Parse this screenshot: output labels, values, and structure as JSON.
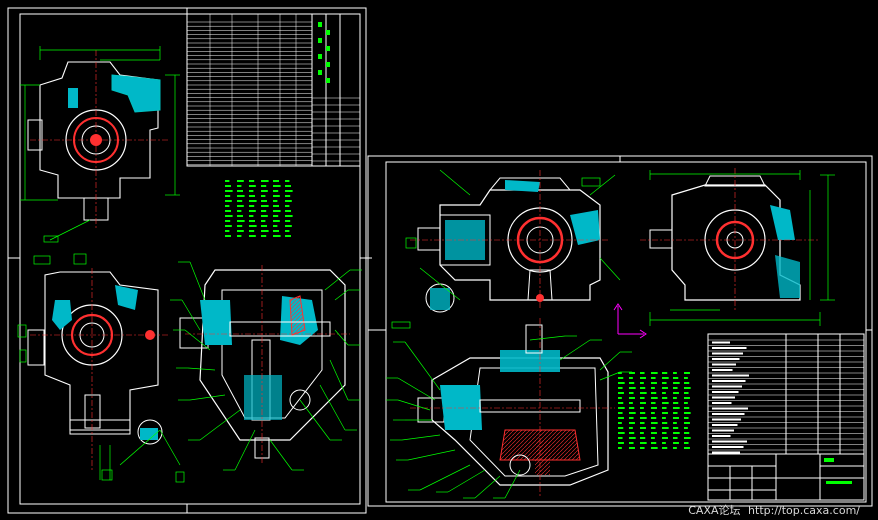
{
  "colors": {
    "background": "#000000",
    "frame": "#ffffff",
    "outline": "#ffffff",
    "dimension": "#00ff00",
    "section": "#00c0c0",
    "centerline": "#ff3030",
    "hatch": "#ff3030",
    "origin_axis": "#ff00ff"
  },
  "sheets": [
    {
      "name": "sheet-left",
      "views": [
        "top-left-view",
        "mid-left-view",
        "section-view-left"
      ]
    },
    {
      "name": "sheet-right",
      "views": [
        "front-view-right",
        "side-view-right",
        "section-view-right"
      ]
    }
  ],
  "watermark": {
    "brand": "CAXA论坛",
    "url": "http://top.caxa.com/"
  }
}
